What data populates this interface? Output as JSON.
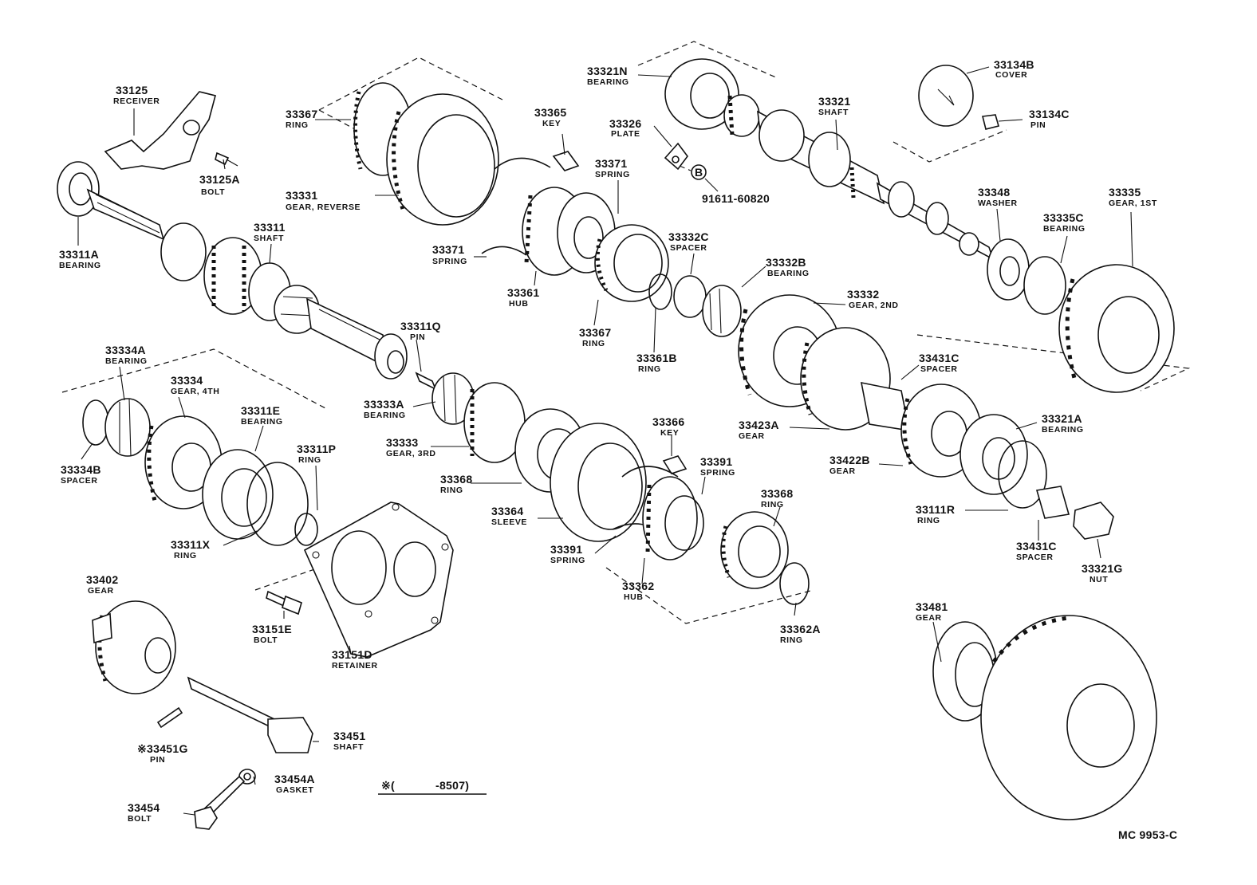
{
  "diagram_id": "MC 9953-C",
  "footnote": {
    "mark": "※(",
    "range": "-8507)"
  },
  "circled_label": "B",
  "parts": [
    {
      "id": "p33125",
      "number": "33125",
      "name": "RECEIVER"
    },
    {
      "id": "p33125A",
      "number": "33125A",
      "name": "BOLT"
    },
    {
      "id": "p33311A",
      "number": "33311A",
      "name": "BEARING"
    },
    {
      "id": "p33311",
      "number": "33311",
      "name": "SHAFT"
    },
    {
      "id": "p33367a",
      "number": "33367",
      "name": "RING"
    },
    {
      "id": "p33331",
      "number": "33331",
      "name": "GEAR, REVERSE"
    },
    {
      "id": "p33365",
      "number": "33365",
      "name": "KEY"
    },
    {
      "id": "p33371a",
      "number": "33371",
      "name": "SPRING"
    },
    {
      "id": "p33371b",
      "number": "33371",
      "name": "SPRING"
    },
    {
      "id": "p33361",
      "number": "33361",
      "name": "HUB"
    },
    {
      "id": "p33367b",
      "number": "33367",
      "name": "RING"
    },
    {
      "id": "p33361B",
      "number": "33361B",
      "name": "RING"
    },
    {
      "id": "p33326",
      "number": "33326",
      "name": "PLATE"
    },
    {
      "id": "p91611",
      "number": "91611-60820",
      "name": ""
    },
    {
      "id": "p33332C",
      "number": "33332C",
      "name": "SPACER"
    },
    {
      "id": "p33332B",
      "number": "33332B",
      "name": "BEARING"
    },
    {
      "id": "p33332",
      "number": "33332",
      "name": "GEAR, 2ND"
    },
    {
      "id": "p33321N",
      "number": "33321N",
      "name": "BEARING"
    },
    {
      "id": "p33321",
      "number": "33321",
      "name": "SHAFT"
    },
    {
      "id": "p33134B",
      "number": "33134B",
      "name": "COVER"
    },
    {
      "id": "p33134C",
      "number": "33134C",
      "name": "PIN"
    },
    {
      "id": "p33348",
      "number": "33348",
      "name": "WASHER"
    },
    {
      "id": "p33335C",
      "number": "33335C",
      "name": "BEARING"
    },
    {
      "id": "p33335",
      "number": "33335",
      "name": "GEAR, 1ST"
    },
    {
      "id": "p33431Ca",
      "number": "33431C",
      "name": "SPACER"
    },
    {
      "id": "p33423A",
      "number": "33423A",
      "name": "GEAR"
    },
    {
      "id": "p33422B",
      "number": "33422B",
      "name": "GEAR"
    },
    {
      "id": "p33321A",
      "number": "33321A",
      "name": "BEARING"
    },
    {
      "id": "p33111R",
      "number": "33111R",
      "name": "RING"
    },
    {
      "id": "p33431Cb",
      "number": "33431C",
      "name": "SPACER"
    },
    {
      "id": "p33321G",
      "number": "33321G",
      "name": "NUT"
    },
    {
      "id": "p33311Q",
      "number": "33311Q",
      "name": "PIN"
    },
    {
      "id": "p33333A",
      "number": "33333A",
      "name": "BEARING"
    },
    {
      "id": "p33333",
      "number": "33333",
      "name": "GEAR, 3RD"
    },
    {
      "id": "p33368a",
      "number": "33368",
      "name": "RING"
    },
    {
      "id": "p33364",
      "number": "33364",
      "name": "SLEEVE"
    },
    {
      "id": "p33366",
      "number": "33366",
      "name": "KEY"
    },
    {
      "id": "p33391a",
      "number": "33391",
      "name": "SPRING"
    },
    {
      "id": "p33391b",
      "number": "33391",
      "name": "SPRING"
    },
    {
      "id": "p33362",
      "number": "33362",
      "name": "HUB"
    },
    {
      "id": "p33368b",
      "number": "33368",
      "name": "RING"
    },
    {
      "id": "p33362A",
      "number": "33362A",
      "name": "RING"
    },
    {
      "id": "p33334A",
      "number": "33334A",
      "name": "BEARING"
    },
    {
      "id": "p33334",
      "number": "33334",
      "name": "GEAR, 4TH"
    },
    {
      "id": "p33311E",
      "number": "33311E",
      "name": "BEARING"
    },
    {
      "id": "p33311P",
      "number": "33311P",
      "name": "RING"
    },
    {
      "id": "p33334B",
      "number": "33334B",
      "name": "SPACER"
    },
    {
      "id": "p33311X",
      "number": "33311X",
      "name": "RING"
    },
    {
      "id": "p33402",
      "number": "33402",
      "name": "GEAR"
    },
    {
      "id": "p33151E",
      "number": "33151E",
      "name": "BOLT"
    },
    {
      "id": "p33151D",
      "number": "33151D",
      "name": "RETAINER"
    },
    {
      "id": "p33451",
      "number": "33451",
      "name": "SHAFT"
    },
    {
      "id": "p33451G",
      "number": "※33451G",
      "name": "PIN"
    },
    {
      "id": "p33454A",
      "number": "33454A",
      "name": "GASKET"
    },
    {
      "id": "p33454",
      "number": "33454",
      "name": "BOLT"
    },
    {
      "id": "p33481",
      "number": "33481",
      "name": "GEAR"
    }
  ]
}
